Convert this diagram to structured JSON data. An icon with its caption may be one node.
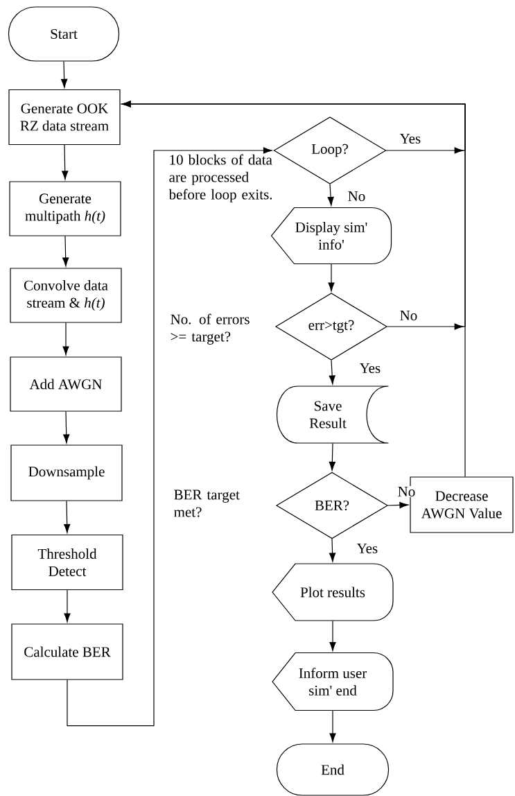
{
  "diagram": {
    "nodes": [
      {
        "text": [
          "Start"
        ]
      },
      {
        "text": [
          "Generate OOK RZ data stream"
        ]
      },
      {
        "text": [
          "Generate multipath *h(t)*"
        ]
      },
      {
        "text": [
          "Convolve data stream & *h(t)*"
        ]
      },
      {
        "text": [
          "Add AWGN"
        ]
      },
      {
        "text": [
          "Downsample"
        ]
      },
      {
        "text": [
          "Threshold Detect"
        ]
      },
      {
        "text": [
          "Calculate BER"
        ]
      },
      {
        "text": [
          "Loop?"
        ]
      },
      {
        "text": [
          "Display sim' info'"
        ]
      },
      {
        "text": [
          "err>tgt?"
        ]
      },
      {
        "text": [
          "Save Result"
        ]
      },
      {
        "text": [
          "BER?"
        ]
      },
      {
        "text": [
          "Decrease AWGN Value"
        ]
      },
      {
        "text": [
          "Plot results"
        ]
      },
      {
        "text": [
          "Inform user sim' end"
        ]
      },
      {
        "text": [
          "End"
        ]
      }
    ],
    "edges": [
      {
        "from": 0,
        "to": 1,
        "arrow": "to"
      },
      {
        "from": 1,
        "to": 2,
        "arrow": "to"
      },
      {
        "from": 2,
        "to": 3,
        "arrow": "to"
      },
      {
        "from": 3,
        "to": 4,
        "arrow": "to"
      },
      {
        "from": 4,
        "to": 5,
        "arrow": "to"
      },
      {
        "from": 5,
        "to": 6,
        "arrow": "to"
      },
      {
        "from": 6,
        "to": 7,
        "arrow": "to"
      },
      {
        "from": 7,
        "to": 8,
        "arrow": "to"
      },
      {
        "from": 8,
        "to": 1,
        "arrow": "to",
        "label": "Yes"
      },
      {
        "from": 8,
        "to": 9,
        "arrow": "to",
        "label": "No"
      },
      {
        "from": 9,
        "to": 10,
        "arrow": "to"
      },
      {
        "from": 10,
        "to": 1,
        "arrow": "to",
        "label": "No"
      },
      {
        "from": 10,
        "to": 11,
        "arrow": "to",
        "label": "Yes"
      },
      {
        "from": 11,
        "to": 12,
        "arrow": "to"
      },
      {
        "from": 12,
        "to": 13,
        "arrow": "to",
        "label": "No"
      },
      {
        "from": 13,
        "to": 1,
        "arrow": "to"
      },
      {
        "from": 12,
        "to": 14,
        "arrow": "to",
        "label": "Yes"
      },
      {
        "from": 14,
        "to": 15,
        "arrow": "to"
      },
      {
        "from": 15,
        "to": 16,
        "arrow": "to"
      }
    ],
    "labels": [
      "10 blocks of data are processed before loop exits.",
      "No. of errors >= target?",
      "BER target met?"
    ]
  }
}
